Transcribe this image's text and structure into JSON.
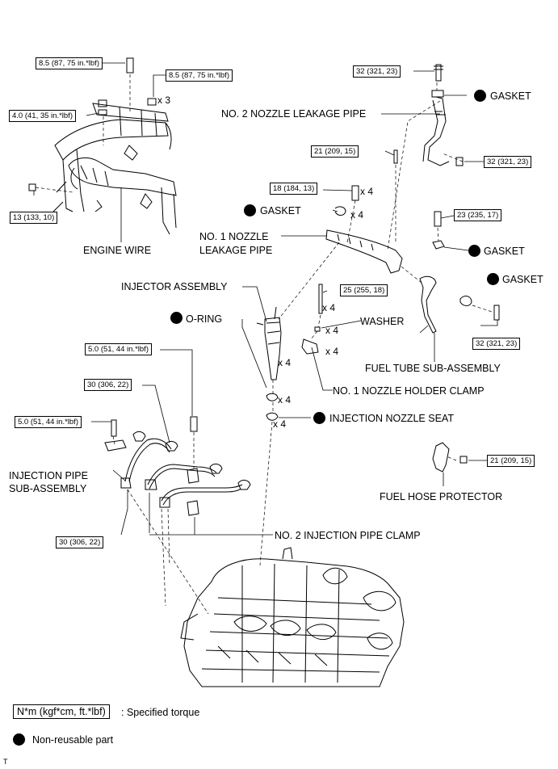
{
  "torque": {
    "t_85_a": "8.5 (87, 75 in.*lbf)",
    "t_85_b": "8.5 (87, 75 in.*lbf)",
    "t_40": "4.0 (41, 35 in.*lbf)",
    "t_13": "13 (133, 10)",
    "t_32_top": "32 (321, 23)",
    "t_21_mid": "21 (209, 15)",
    "t_32_mid": "32 (321, 23)",
    "t_18": "18 (184, 13)",
    "t_23": "23 (235, 17)",
    "t_25": "25 (255, 18)",
    "t_32_low": "32 (321, 23)",
    "t_50_a": "5.0 (51, 44 in.*lbf)",
    "t_30_a": "30 (306, 22)",
    "t_50_b": "5.0 (51, 44 in.*lbf)",
    "t_21_low": "21 (209, 15)",
    "t_30_b": "30 (306, 22)"
  },
  "labels": {
    "gasket": "GASKET",
    "no2_leak_pipe": "NO. 2 NOZZLE LEAKAGE PIPE",
    "engine_wire": "ENGINE WIRE",
    "no1_leak_pipe_1": "NO. 1 NOZZLE",
    "no1_leak_pipe_2": "LEAKAGE PIPE",
    "injector": "INJECTOR ASSEMBLY",
    "o_ring": "O-RING",
    "washer": "WASHER",
    "fuel_tube": "FUEL TUBE SUB-ASSEMBLY",
    "holder_clamp": "NO. 1 NOZZLE HOLDER CLAMP",
    "nozzle_seat": "INJECTION NOZZLE SEAT",
    "inj_pipe_1": "INJECTION PIPE",
    "inj_pipe_2": "SUB-ASSEMBLY",
    "fuel_hose_protector": "FUEL HOSE PROTECTOR",
    "no2_inj_clamp": "NO. 2 INJECTION PIPE CLAMP"
  },
  "quantities": {
    "x3": "x 3",
    "x4": "x 4"
  },
  "legend": {
    "unit_box": "N*m (kgf*cm, ft.*lbf)",
    "unit_text": ": Specified torque",
    "nonreusable": "Non-reusable part"
  },
  "corner_mark": "T"
}
